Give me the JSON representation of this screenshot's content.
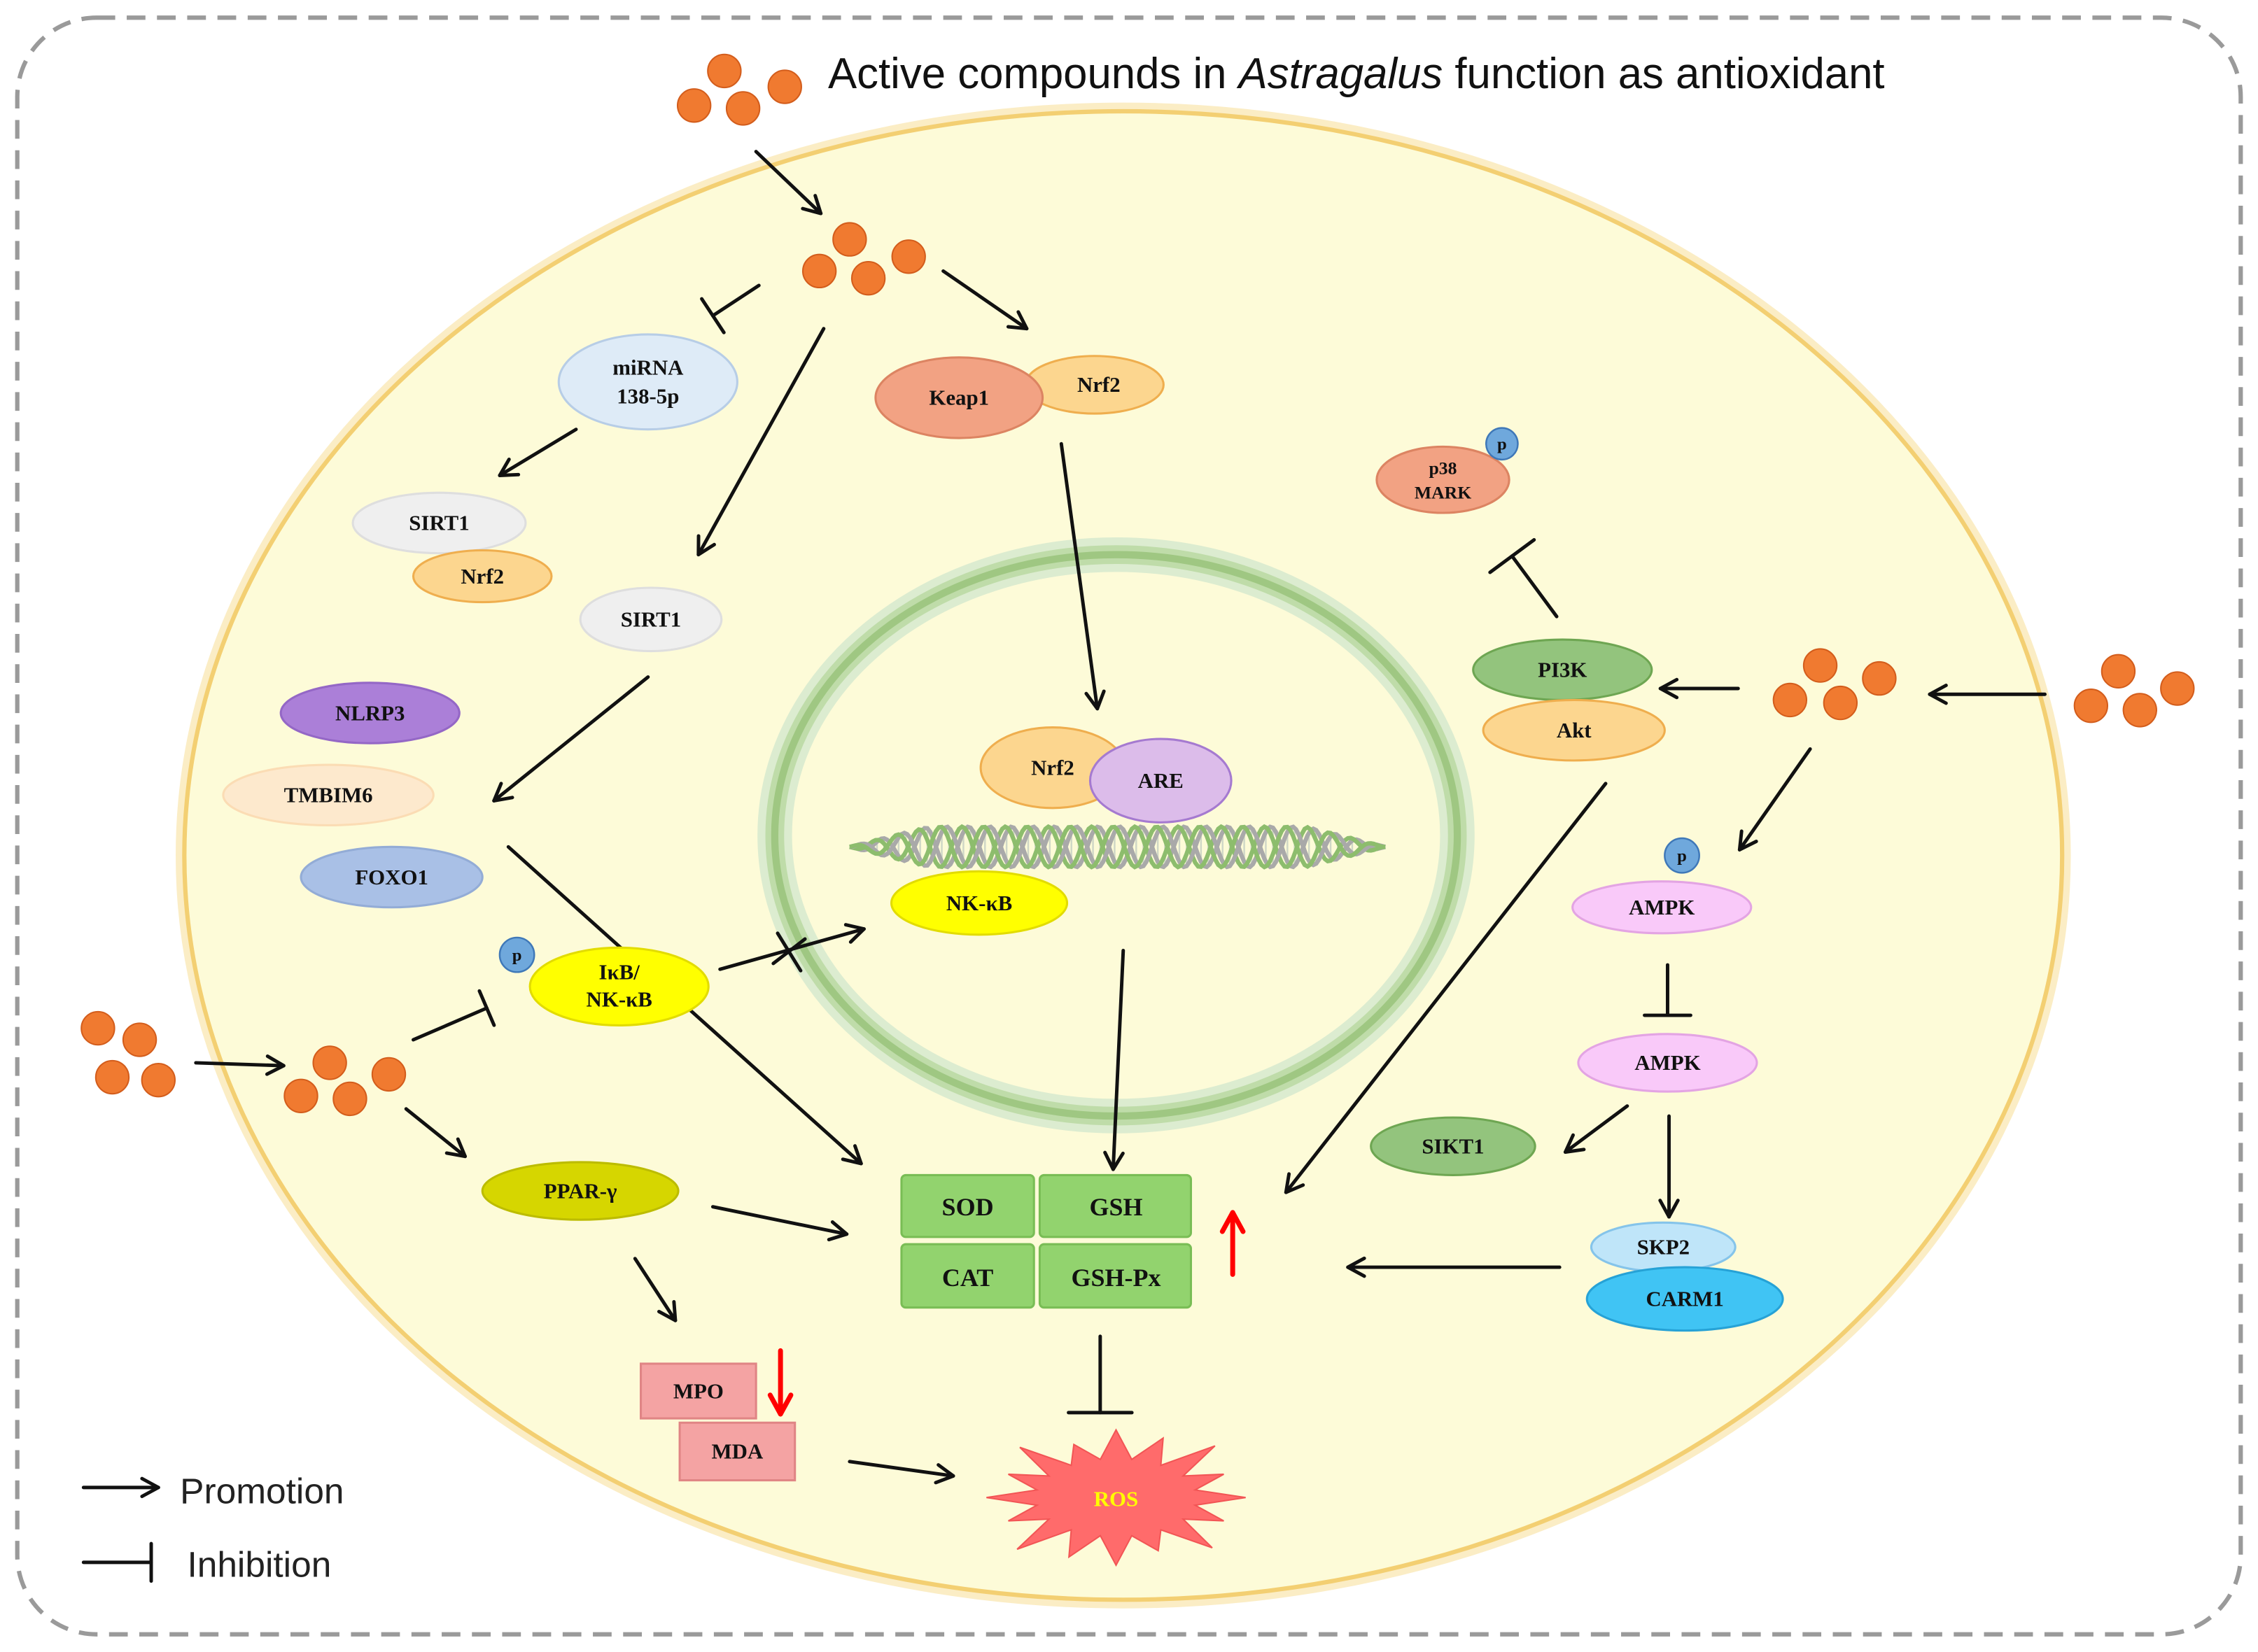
{
  "title": {
    "prefix": "Active compounds in ",
    "italic": "Astragalus",
    "suffix": " function as antioxidant"
  },
  "nodes": {
    "mirna": [
      "miRNA",
      "138-5p"
    ],
    "sirt1_a": "SIRT1",
    "nrf2_a": "Nrf2",
    "sirt1_b": "SIRT1",
    "nlrp3": "NLRP3",
    "tmbim6": "TMBIM6",
    "foxo1": "FOXO1",
    "keap1": "Keap1",
    "nrf2_b": "Nrf2",
    "p38": [
      "p38",
      "MARK"
    ],
    "pi3k": "PI3K",
    "akt": "Akt",
    "nrf2_c": "Nrf2",
    "are": "ARE",
    "nkkb_nucleus": "NK-κB",
    "ikb": [
      "IκB/",
      "NK-κB"
    ],
    "ampk_a": "AMPK",
    "ampk_b": "AMPK",
    "sikt1": "SIKT1",
    "skp2": "SKP2",
    "carm1": "CARM1",
    "ppar": "PPAR-γ",
    "mpo": "MPO",
    "mda": "MDA",
    "sod": "SOD",
    "gsh": "GSH",
    "cat": "CAT",
    "gshpx": "GSH-Px",
    "ros": "ROS"
  },
  "phospho_label": "p",
  "legend": {
    "promotion": "Promotion",
    "inhibition": "Inhibition"
  },
  "colors": {
    "compound": "#f07a30",
    "cell": "#fdfbd8",
    "nucleus": "#9fc782",
    "change": "#ff0000",
    "ros": "#ff6b6b",
    "ros_text": "#ffff00"
  }
}
